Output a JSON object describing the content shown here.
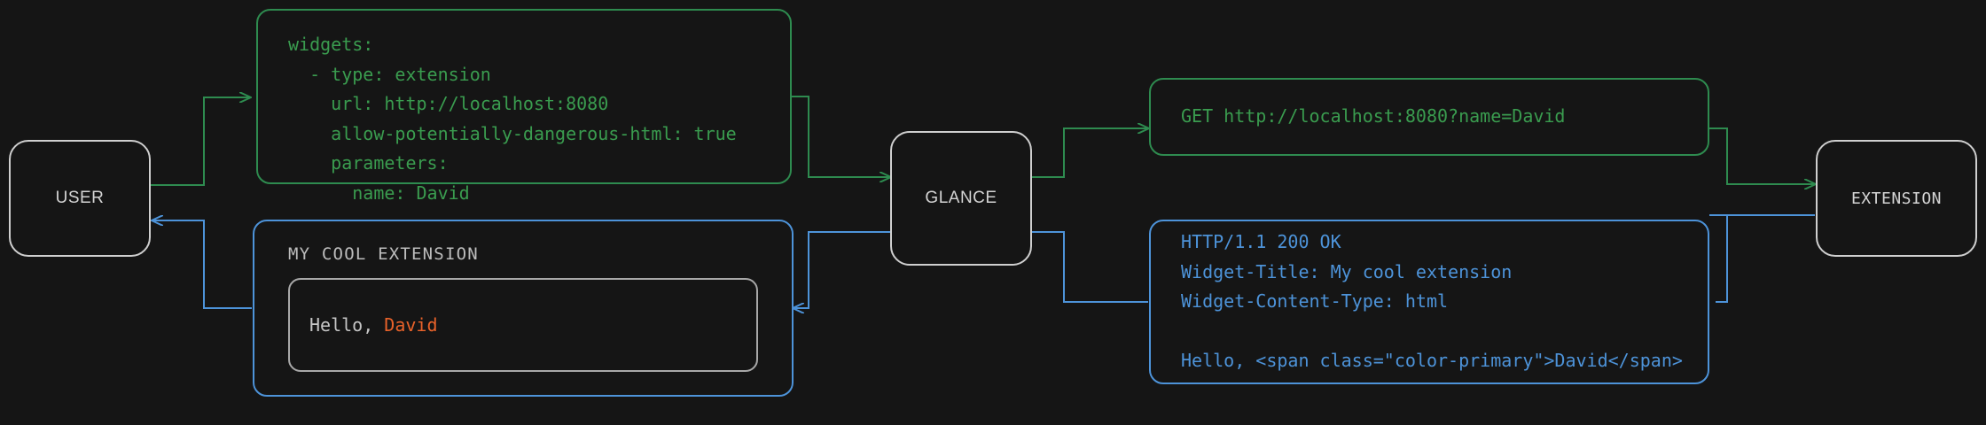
{
  "theme": {
    "background": "#151515",
    "node_border": "#cfcfcf",
    "node_text": "#d4d4d4",
    "request_green": "#2e8b4f",
    "request_green_text": "#3a9c4f",
    "response_blue": "#4d93d9",
    "widget_border": "#a8a8a8",
    "widget_text": "#c6c6c6",
    "accent_orange": "#e8622a"
  },
  "nodes": {
    "user": {
      "label": "USER"
    },
    "glance": {
      "label": "GLANCE"
    },
    "extension": {
      "label": "EXTENSION"
    }
  },
  "panels": {
    "config": {
      "kind": "yaml-config",
      "color": "green",
      "text": "widgets:\n  - type: extension\n    url: http://localhost:8080\n    allow-potentially-dangerous-html: true\n    parameters:\n      name: David"
    },
    "request": {
      "kind": "http-request",
      "color": "green",
      "text": "GET http://localhost:8080?name=David"
    },
    "response": {
      "kind": "http-response",
      "color": "blue",
      "text": "HTTP/1.1 200 OK\nWidget-Title: My cool extension\nWidget-Content-Type: html\n\nHello, <span class=\"color-primary\">David</span>"
    },
    "widget_preview": {
      "kind": "rendered-widget",
      "color": "blue",
      "title": "MY COOL EXTENSION",
      "body_prefix": "Hello, ",
      "body_accent": "David"
    }
  },
  "flow": {
    "request_color": "#2e8b4f",
    "response_color": "#4d93d9",
    "edges": [
      {
        "name": "user-to-config",
        "direction": "request"
      },
      {
        "name": "config-to-glance",
        "direction": "request"
      },
      {
        "name": "glance-to-request",
        "direction": "request"
      },
      {
        "name": "request-to-extension",
        "direction": "request"
      },
      {
        "name": "extension-to-response",
        "direction": "response"
      },
      {
        "name": "response-to-glance",
        "direction": "response"
      },
      {
        "name": "glance-to-widget",
        "direction": "response"
      },
      {
        "name": "widget-to-user",
        "direction": "response"
      }
    ]
  }
}
